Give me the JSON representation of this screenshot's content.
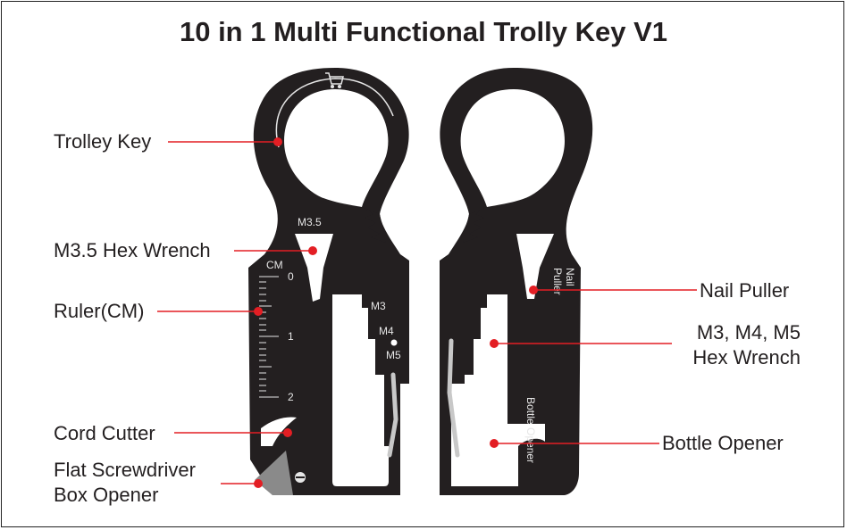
{
  "title": "10 in 1 Multi Functional Trolly Key V1",
  "colors": {
    "key_body": "#231f20",
    "leader_line": "#e31e24",
    "marker_dot": "#e31e24",
    "text": "#231f20",
    "tool_text": "#e6e6e6",
    "screwdriver_blade": "#8a8a8a"
  },
  "left_labels": {
    "trolley_key": "Trolley Key",
    "hex_m35": "M3.5 Hex Wrench",
    "ruler": "Ruler(CM)",
    "cord_cutter": "Cord Cutter",
    "screwdriver_line1": "Flat Screwdriver",
    "screwdriver_line2": "Box Opener"
  },
  "right_labels": {
    "nail_puller": "Nail Puller",
    "hex_m3_m4_m5_line1": "M3, M4, M5",
    "hex_m3_m4_m5_line2": "Hex Wrench",
    "bottle_opener": "Bottle Opener"
  },
  "tool_marks": {
    "m35": "M3.5",
    "cm": "CM",
    "ruler_0": "0",
    "ruler_1": "1",
    "ruler_2": "2",
    "m3": "M3",
    "m4": "M4",
    "m5": "M5",
    "nail_line1": "Nail",
    "nail_line2": "Puller",
    "bottle_opener": "Bottle Opener"
  },
  "icons": {
    "cart": "shopping-cart-icon",
    "screw": "screw-slot-icon"
  }
}
